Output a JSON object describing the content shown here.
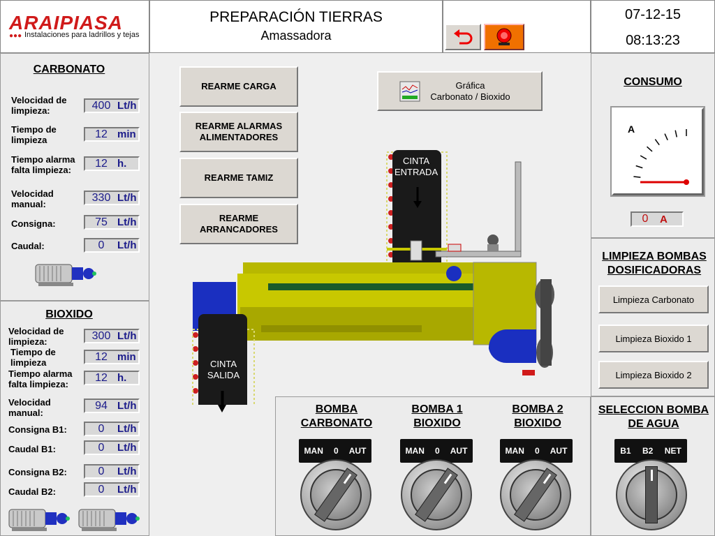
{
  "header": {
    "logo_name": "ARAIPIASA",
    "logo_tagline": "Instalaciones para ladrillos y tejas",
    "title": "PREPARACIÓN TIERRAS",
    "subtitle": "Amassadora",
    "date": "07-12-15",
    "time": "08:13:23"
  },
  "carbonato": {
    "title": "CARBONATO",
    "rows": [
      {
        "label": "Velocidad de limpieza:",
        "value": "400",
        "unit": "Lt/h"
      },
      {
        "label": "Tiempo de limpieza",
        "value": "12",
        "unit": "min"
      },
      {
        "label": "Tiempo alarma falta limpieza:",
        "value": "12",
        "unit": "h."
      },
      {
        "label": "Velocidad manual:",
        "value": "330",
        "unit": "Lt/h"
      },
      {
        "label": "Consigna:",
        "value": "75",
        "unit": "Lt/h"
      },
      {
        "label": "Caudal:",
        "value": "0",
        "unit": "Lt/h"
      }
    ]
  },
  "bioxido": {
    "title": "BIOXIDO",
    "rows": [
      {
        "label": "Velocidad de limpieza:",
        "value": "300",
        "unit": "Lt/h"
      },
      {
        "label": "Tiempo de limpieza",
        "value": "12",
        "unit": "min"
      },
      {
        "label": "Tiempo alarma falta limpieza:",
        "value": "12",
        "unit": "h."
      },
      {
        "label": "Velocidad manual:",
        "value": "94",
        "unit": "Lt/h"
      },
      {
        "label": "Consigna B1:",
        "value": "0",
        "unit": "Lt/h"
      },
      {
        "label": "Caudal B1:",
        "value": "0",
        "unit": "Lt/h"
      },
      {
        "label": "Consigna B2:",
        "value": "0",
        "unit": "Lt/h"
      },
      {
        "label": "Caudal B2:",
        "value": "0",
        "unit": "Lt/h"
      }
    ]
  },
  "buttons": {
    "rearme_carga": "REARME CARGA",
    "rearme_alarmas": "REARME ALARMAS ALIMENTADORES",
    "rearme_tamiz": "REARME TAMIZ",
    "rearme_arrancadores": "REARME ARRANCADORES",
    "grafica": "Gráfica\nCarbonato / Bioxido"
  },
  "machine": {
    "cinta_entrada": "CINTA ENTRADA",
    "cinta_salida": "CINTA SALIDA"
  },
  "consumo": {
    "title": "CONSUMO",
    "gauge_unit": "A",
    "value": "0",
    "unit": "A"
  },
  "limpieza": {
    "title": "LIMPIEZA BOMBAS DOSIFICADORAS",
    "btn_carbonato": "Limpieza Carbonato",
    "btn_bioxido1": "Limpieza Bioxido 1",
    "btn_bioxido2": "Limpieza Bioxido 2"
  },
  "selectors": [
    {
      "title": "BOMBA CARBONATO",
      "positions": [
        "MAN",
        "0",
        "AUT"
      ]
    },
    {
      "title": "BOMBA 1 BIOXIDO",
      "positions": [
        "MAN",
        "0",
        "AUT"
      ]
    },
    {
      "title": "BOMBA 2 BIOXIDO",
      "positions": [
        "MAN",
        "0",
        "AUT"
      ]
    },
    {
      "title": "SELECCION BOMBA DE AGUA",
      "positions": [
        "B1",
        "B2",
        "NET"
      ]
    }
  ],
  "colors": {
    "machine_yellow": "#c8c800",
    "brand_red": "#d01a1a",
    "alarm_orange": "#f07000",
    "blue": "#1a2fc0"
  }
}
